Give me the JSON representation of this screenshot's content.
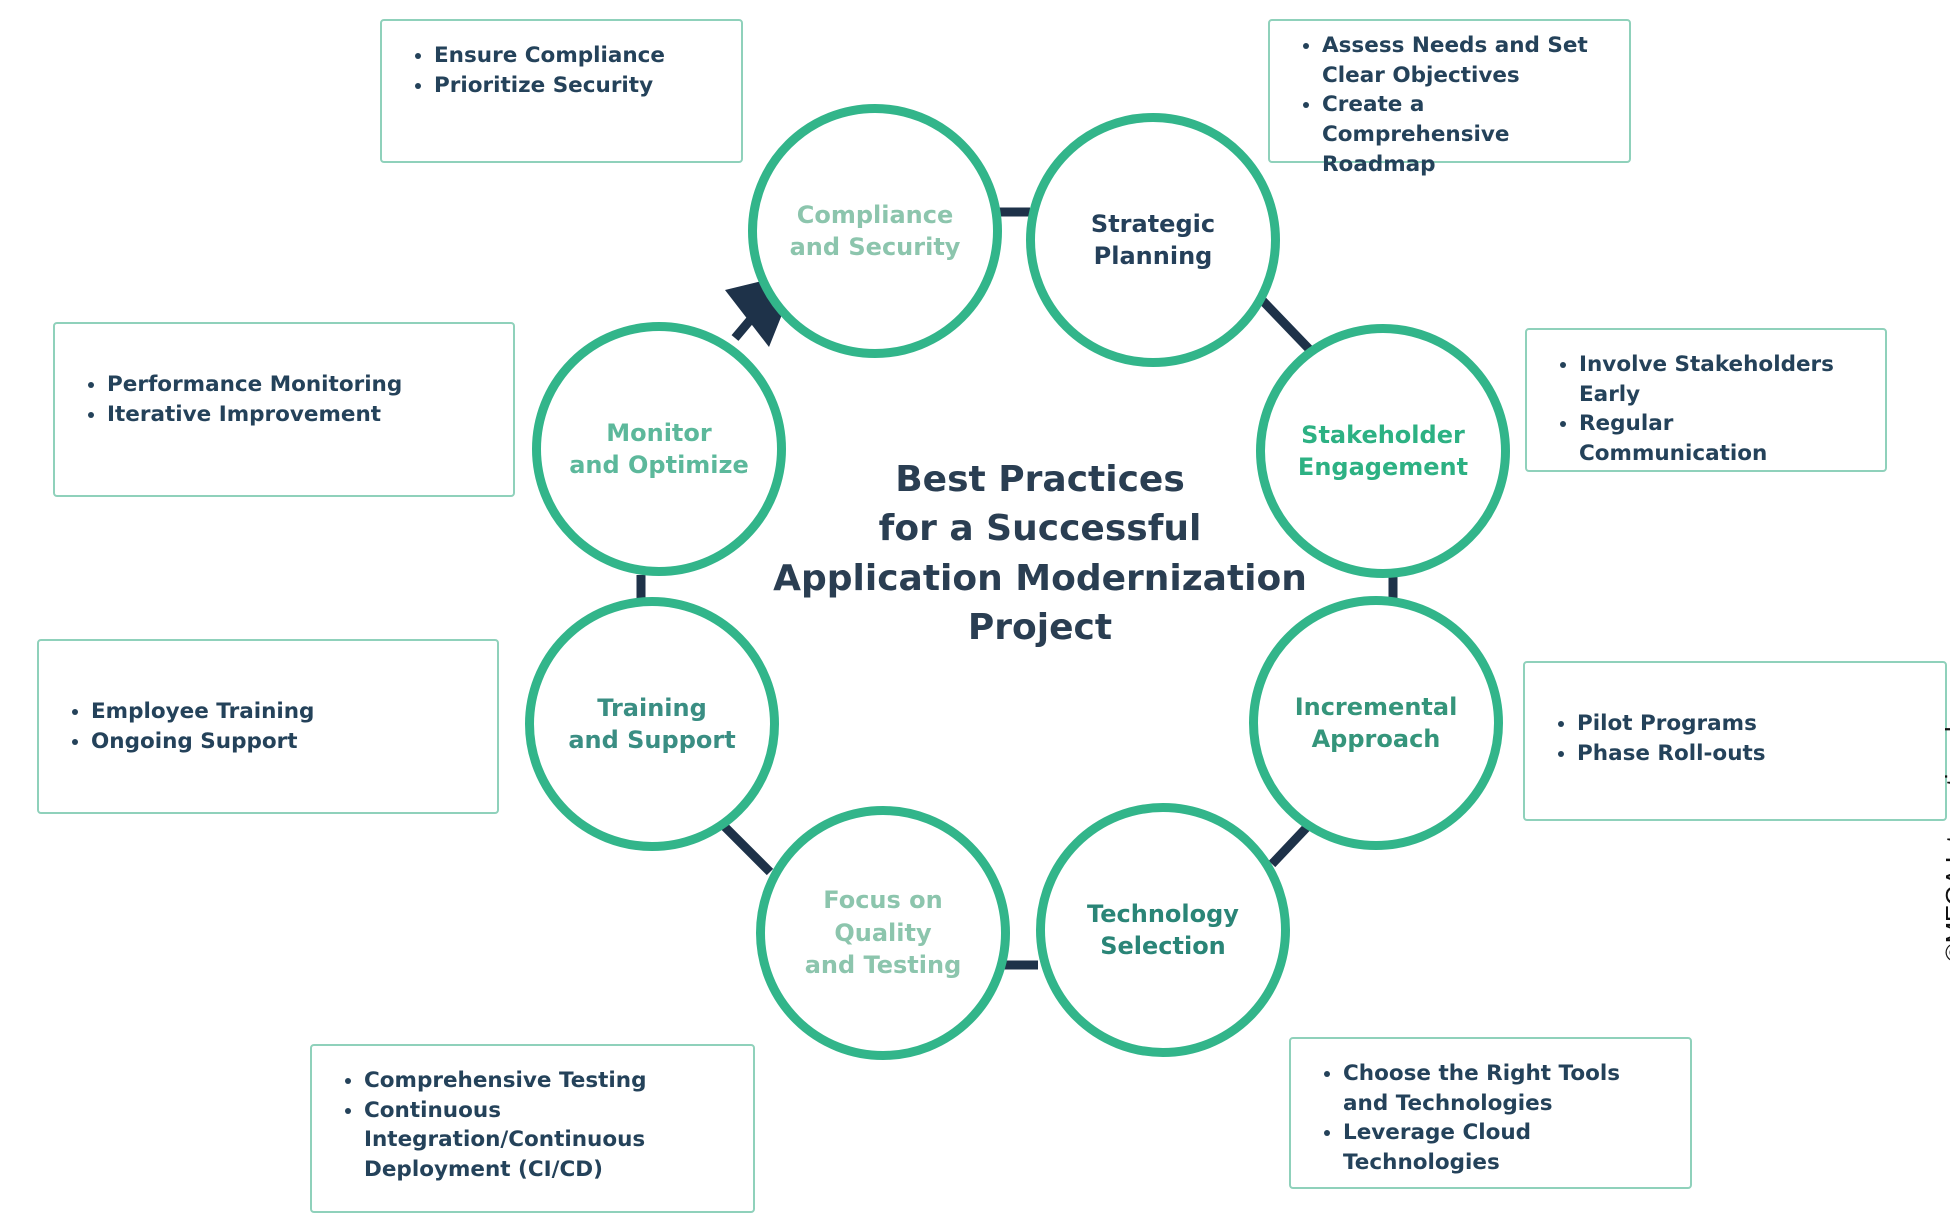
{
  "diagram": {
    "center_title": "Best Practices\nfor a Successful\nApplication Modernization\nProject",
    "copyright": "©MEGA International",
    "colors": {
      "ring": "#32b58a",
      "connector": "#1e3249",
      "title": "#2a3e52",
      "box_border": "#8fd1bb",
      "box_text": "#24425a"
    },
    "steps": [
      {
        "label": "Compliance\nand Security",
        "label_color": "#8cc5ad",
        "bullets": [
          "Ensure Compliance",
          "Prioritize Security"
        ]
      },
      {
        "label": "Strategic\nPlanning",
        "label_color": "#25405a",
        "bullets": [
          "Assess Needs and Set Clear Objectives",
          "Create a Comprehensive Roadmap"
        ]
      },
      {
        "label": "Stakeholder\nEngagement",
        "label_color": "#2db183",
        "bullets": [
          "Involve Stakeholders Early",
          "Regular Communication"
        ]
      },
      {
        "label": "Incremental\nApproach",
        "label_color": "#35957b",
        "bullets": [
          "Pilot Programs",
          "Phase Roll-outs"
        ]
      },
      {
        "label": "Technology\nSelection",
        "label_color": "#2a8577",
        "bullets": [
          "Choose the Right Tools and Technologies",
          "Leverage Cloud Technologies"
        ]
      },
      {
        "label": "Focus on Quality\nand Testing",
        "label_color": "#8cc5ad",
        "bullets": [
          "Comprehensive Testing",
          "Continuous Integration/Continuous Deployment (CI/CD)"
        ]
      },
      {
        "label": "Training\nand Support",
        "label_color": "#3a8e83",
        "bullets": [
          "Employee Training",
          "Ongoing Support"
        ]
      },
      {
        "label": "Monitor\nand Optimize",
        "label_color": "#5cb89b",
        "bullets": [
          "Performance Monitoring",
          "Iterative Improvement"
        ]
      }
    ]
  }
}
